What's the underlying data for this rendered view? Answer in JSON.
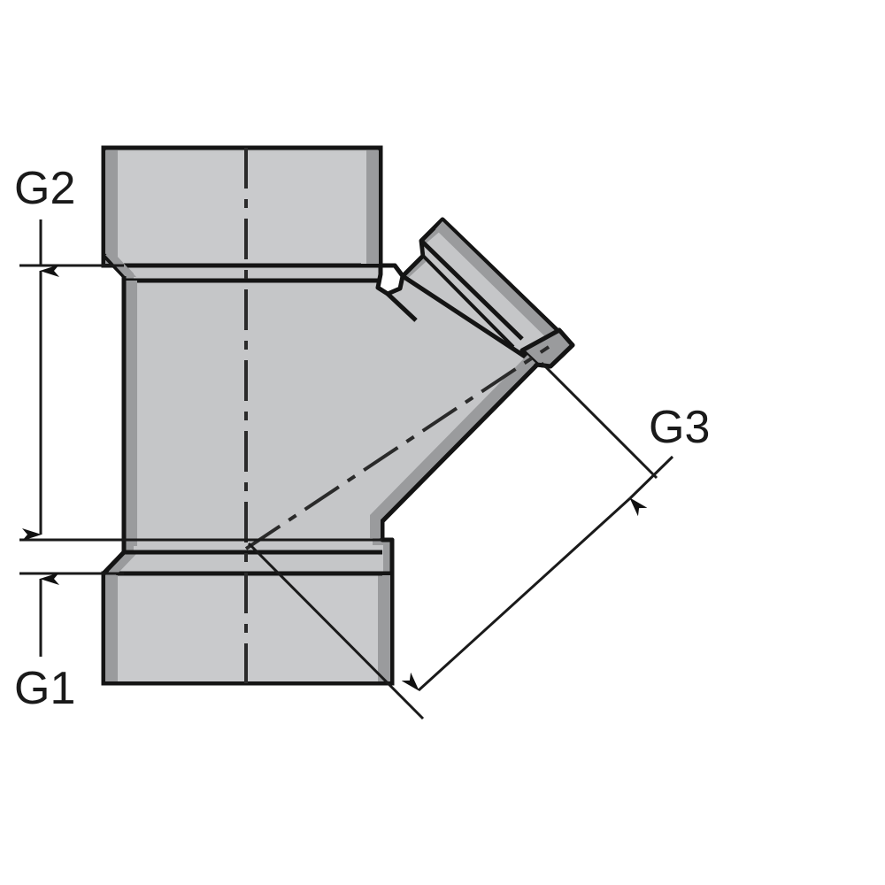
{
  "drawing": {
    "type": "technical-line-drawing",
    "subject": "45-degree wye pipe fitting (sanitary Y-branch), sectional outline view",
    "background_color": "#ffffff",
    "body_fill_color": "#c5c6c8",
    "shade_fill_color": "#9a9b9d",
    "highlight_fill_color": "#d5d6d8",
    "outline_color": "#141414",
    "dimension_line_color": "#1a1a1a",
    "labels": [
      {
        "id": "G2",
        "text": "G2",
        "position": "upper-left",
        "measures": "upper run hub laying length",
        "arrow_style": "double-headed vertical"
      },
      {
        "id": "G1",
        "text": "G1",
        "position": "lower-left",
        "measures": "lower run hub laying length",
        "arrow_style": "single-headed vertical pointing up"
      },
      {
        "id": "G3",
        "text": "G3",
        "position": "right",
        "measures": "branch laying length along 45 degree axis",
        "arrow_style": "double-headed diagonal with leader"
      }
    ]
  }
}
